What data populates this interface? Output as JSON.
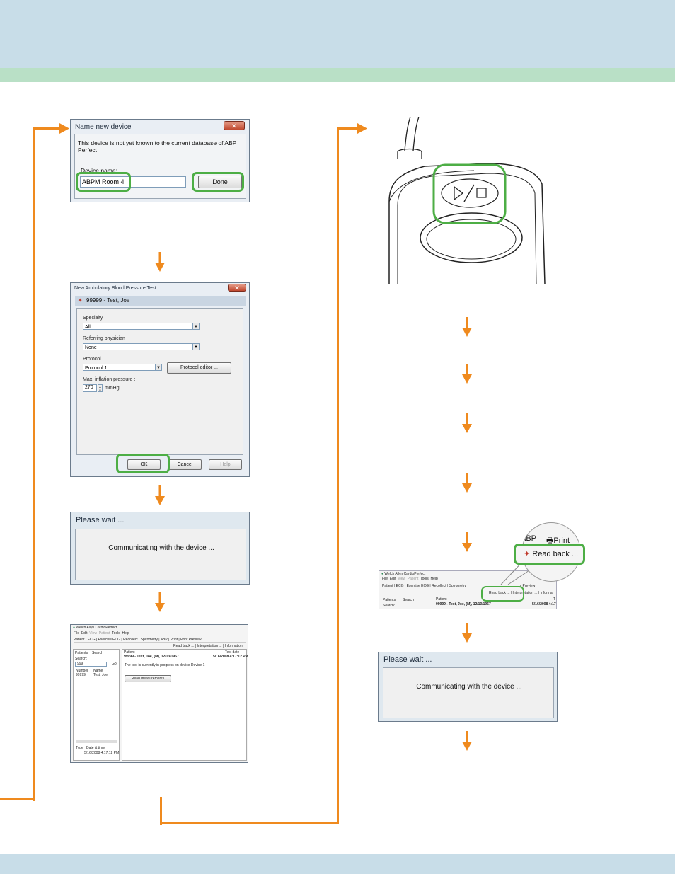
{
  "colors": {
    "band": "#c8dde8",
    "green_band": "#b9e0c6",
    "arrow": "#ef8a1e",
    "highlight": "#4dae45"
  },
  "dialog_name_device": {
    "title": "Name new device",
    "message": "This device is not yet known to the current database of ABP Perfect",
    "field_label": "Device name:",
    "field_value": "ABPM Room 4",
    "done_label": "Done"
  },
  "dialog_new_test": {
    "title": "New Ambulatory Blood Pressure Test",
    "patient": "99999 - Test, Joe",
    "specialty_label": "Specialty",
    "specialty_value": "All",
    "physician_label": "Referring physician",
    "physician_value": "None",
    "protocol_label": "Protocol",
    "protocol_value": "Protocol 1",
    "protocol_editor_label": "Protocol editor ...",
    "pressure_label": "Max. inflation pressure :",
    "pressure_value": "270",
    "pressure_unit": "mmHg",
    "ok_label": "OK",
    "cancel_label": "Cancel",
    "help_label": "Help"
  },
  "dialog_wait": {
    "title": "Please wait ...",
    "message": "Communicating with the device ..."
  },
  "app_window": {
    "title": "Welch Allyn CardioPerfect",
    "menu": [
      "File",
      "Edit",
      "View",
      "Patient",
      "Tools",
      "Help"
    ],
    "toolbar": [
      "Patient",
      "ECG",
      "Exercise ECG",
      "Recollect",
      "Spirometry",
      "ABP",
      "Print",
      "Print Preview"
    ],
    "toolbar2": [
      "Read back ...",
      "Interpretation ...",
      "Information"
    ],
    "tabs": [
      "Patients",
      "Search"
    ],
    "search_label": "Search:",
    "search_value": "999",
    "search_go": "Go",
    "col_number": "Number",
    "col_name": "Name",
    "row_number": "99999",
    "row_name": "Test, Joe",
    "col_type": "Type",
    "col_datetime": "Date & time",
    "row_datetime": "5/16/2008 4:17:12 PM",
    "patient_label": "Patient",
    "patient_value": "99999 - Test, Joe, (M), 12/13/1967",
    "testdate_label": "Test date",
    "testdate_value": "5/16/2008 4:17:12 PM",
    "progress_msg": "The test is currently in progress on device Device 1",
    "read_button": "Read measurements"
  },
  "zoom_callout": {
    "abp": "ABP",
    "print": "Print",
    "read_back": "Read back ..."
  },
  "app_window_small": {
    "title": "Welch Allyn CardioPerfect",
    "menu": [
      "File",
      "Edit",
      "View",
      "Patient",
      "Tools",
      "Help"
    ],
    "toolbar": [
      "Patient",
      "ECG",
      "Exercise ECG",
      "Recollect",
      "Spirometry"
    ],
    "toolbar2": [
      "Read back ...",
      "Interpretation ...",
      "Informa"
    ],
    "preview": "nt Preview",
    "tabs": [
      "Patients",
      "Search"
    ],
    "search_label": "Search:",
    "patient_label": "Patient",
    "patient_value": "99999 - Test, Joe, (M), 12/13/1967",
    "date_value": "5/16/2008 4:17",
    "t_label": "T"
  }
}
